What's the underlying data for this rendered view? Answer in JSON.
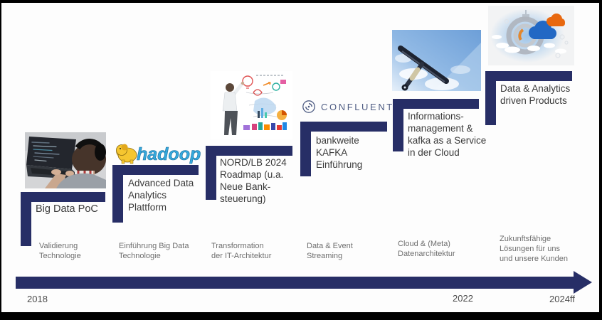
{
  "slide": {
    "accent_color": "#272e66",
    "steps": [
      {
        "title": "Big Data PoC",
        "sublabel": "Validierung\nTechnologie",
        "visual": "developer-laptop-photo"
      },
      {
        "title": "Advanced Data\nAnalytics\nPlattform",
        "sublabel": "Einführung Big Data\nTechnologie",
        "visual": "hadoop-logo"
      },
      {
        "title": "NORD/LB 2024\nRoadmap (u.a.\nNeue Bank-\nsteuerung)",
        "sublabel": "Transformation\nder IT-Architektur",
        "visual": "strategy-sketch-photo"
      },
      {
        "title": "bankweite\nKAFKA\nEinführung",
        "sublabel": "Data & Event\nStreaming",
        "visual": "confluent-logo"
      },
      {
        "title": "Informations-\nmanagement &\nkafka as a Service\nin der Cloud",
        "sublabel": "Cloud & (Meta)\nDatenarchitektur",
        "visual": "sky-squeegee-photo"
      },
      {
        "title": "Data & Analytics\ndriven Products",
        "sublabel": "Zukunftsfähige\nLösungen für uns\nund unsere Kunden",
        "visual": "cloud-products-graphic"
      }
    ],
    "logos": {
      "hadoop": "hadoop",
      "confluent": "CONFLUENT"
    },
    "timeline": {
      "years": [
        {
          "label": "2018"
        },
        {
          "label": "2022"
        },
        {
          "label": "2024ff"
        }
      ]
    }
  }
}
